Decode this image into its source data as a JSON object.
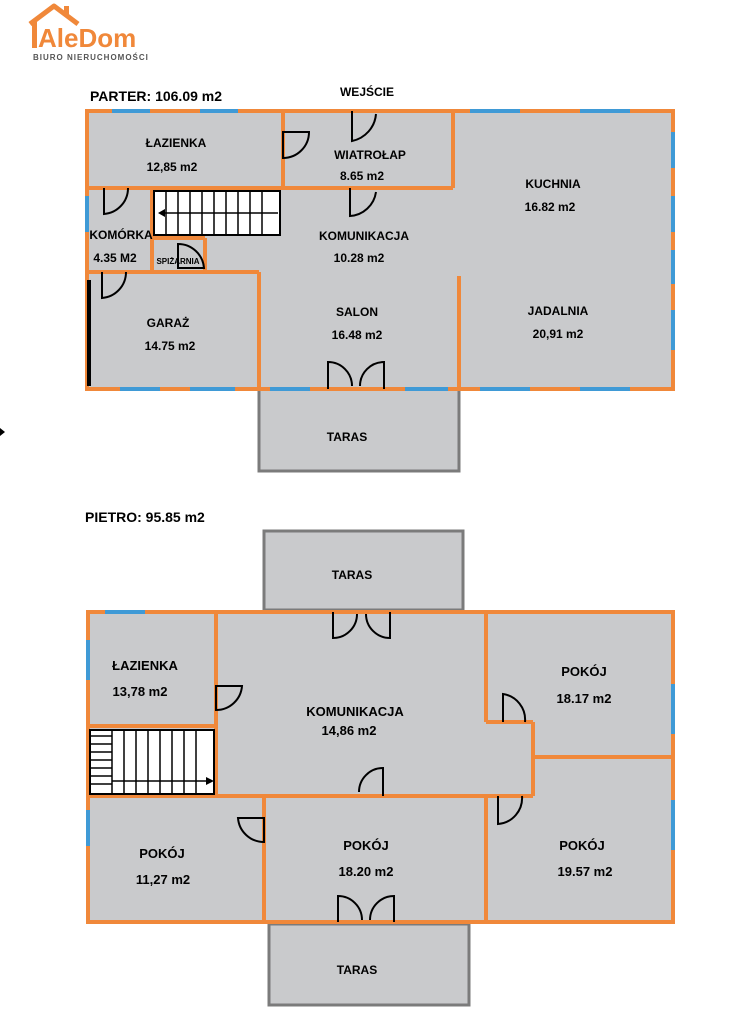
{
  "brand": {
    "name": "AleDom",
    "tagline": "BIURO NIERUCHOMOŚCI",
    "color": "#f0883a"
  },
  "colors": {
    "room_fill": "#c9cacc",
    "wall": "#f0883a",
    "window": "#3f9ad6",
    "terrace_outline": "#7b7b7b"
  },
  "ground_floor": {
    "title": "PARTER: 106.09 m2",
    "entrance": "WEJŚCIE",
    "rooms": [
      {
        "name": "ŁAZIENKA",
        "area": "12,85 m2"
      },
      {
        "name": "WIATROŁAP",
        "area": "8.65 m2"
      },
      {
        "name": "KUCHNIA",
        "area": "16.82 m2"
      },
      {
        "name": "KOMÓRKA",
        "area": "4.35 M2"
      },
      {
        "name": "SPIŻARNIA",
        "area": ""
      },
      {
        "name": "KOMUNIKACJA",
        "area": "10.28 m2"
      },
      {
        "name": "GARAŻ",
        "area": "14.75 m2"
      },
      {
        "name": "SALON",
        "area": "16.48 m2"
      },
      {
        "name": "JADALNIA",
        "area": "20,91 m2"
      },
      {
        "name": "TARAS",
        "area": ""
      }
    ]
  },
  "upper_floor": {
    "title": "PIETRO: 95.85 m2",
    "rooms": [
      {
        "name": "TARAS",
        "area": ""
      },
      {
        "name": "ŁAZIENKA",
        "area": "13,78 m2"
      },
      {
        "name": "KOMUNIKACJA",
        "area": "14,86 m2"
      },
      {
        "name": "POKÓJ",
        "area": "18.17 m2"
      },
      {
        "name": "POKÓJ",
        "area": "11,27 m2"
      },
      {
        "name": "POKÓJ",
        "area": "18.20 m2"
      },
      {
        "name": "POKÓJ",
        "area": "19.57 m2"
      },
      {
        "name": "TARAS",
        "area": ""
      }
    ]
  }
}
